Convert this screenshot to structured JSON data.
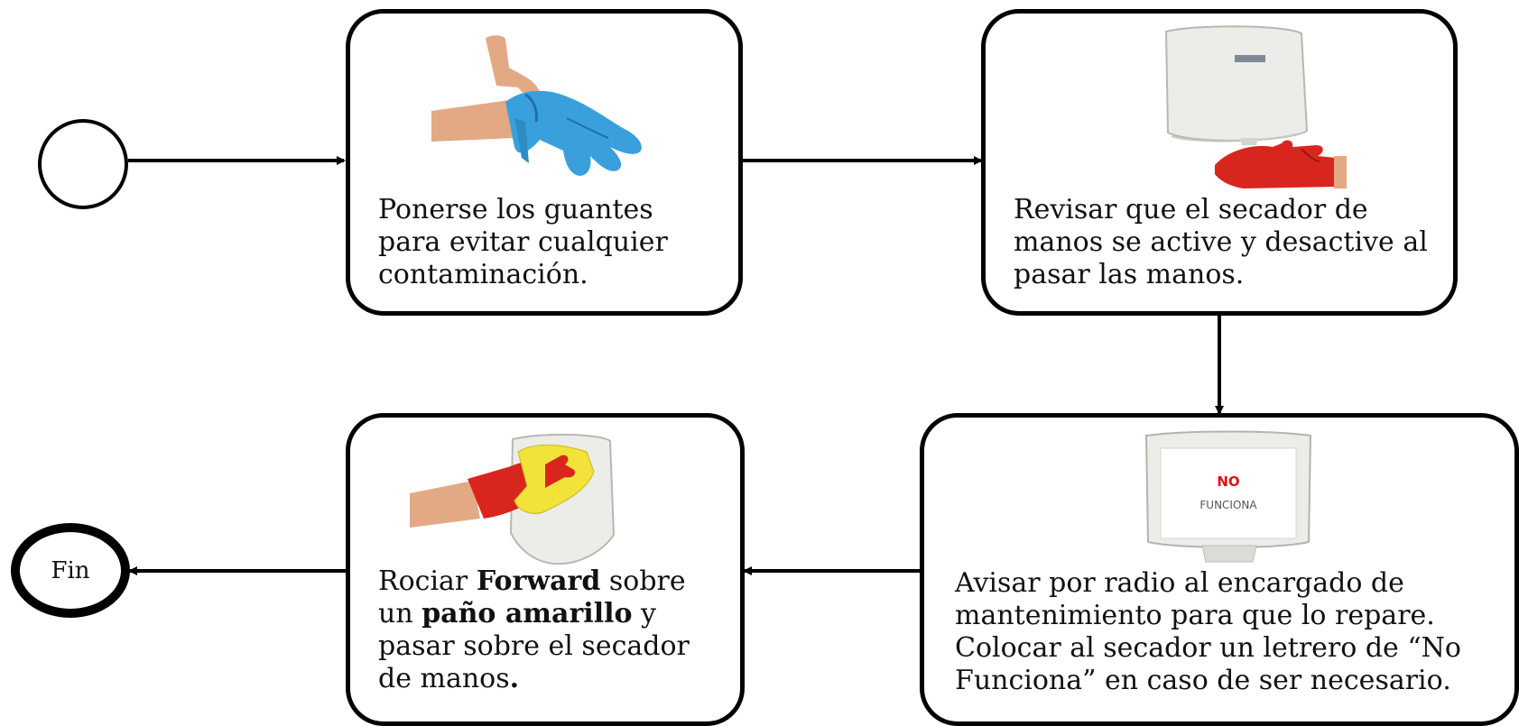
{
  "diagram": {
    "start_event": {
      "label": ""
    },
    "end_event": {
      "label": "Fin"
    },
    "steps": [
      {
        "text_parts": [
          {
            "t": "Ponerse los guantes para evitar cualquier contaminación.",
            "b": false
          }
        ],
        "image": "gloved-hands-putting-on-gloves"
      },
      {
        "text_parts": [
          {
            "t": "Revisar que el secador de manos se active y desactive al pasar las manos.",
            "b": false
          }
        ],
        "image": "hand-dryer-with-gloved-hand"
      },
      {
        "text_parts": [
          {
            "t": "Avisar por radio al encargado de mantenimiento para que lo repare. Colocar al secador un letrero de “No Funciona” en caso de ser necesario.",
            "b": false
          }
        ],
        "image": "hand-dryer-out-of-order-sign",
        "sign_lines": [
          "NO",
          "FUNCIONA"
        ]
      },
      {
        "text_parts": [
          {
            "t": "Rociar ",
            "b": false
          },
          {
            "t": "Forward",
            "b": true
          },
          {
            "t": " sobre un ",
            "b": false
          },
          {
            "t": "paño amarillo",
            "b": true
          },
          {
            "t": " y pasar sobre el secador de manos",
            "b": false
          },
          {
            "t": ".",
            "b": true
          }
        ],
        "image": "cleaning-dryer-with-yellow-cloth"
      }
    ]
  },
  "colors": {
    "line": "#000000",
    "glove_blue": "#3aa0db",
    "glove_red": "#d8261e",
    "cloth_yellow": "#f2e23a",
    "skin": "#e3a985",
    "dryer": "#ecece8",
    "sign_red": "#e01010"
  }
}
